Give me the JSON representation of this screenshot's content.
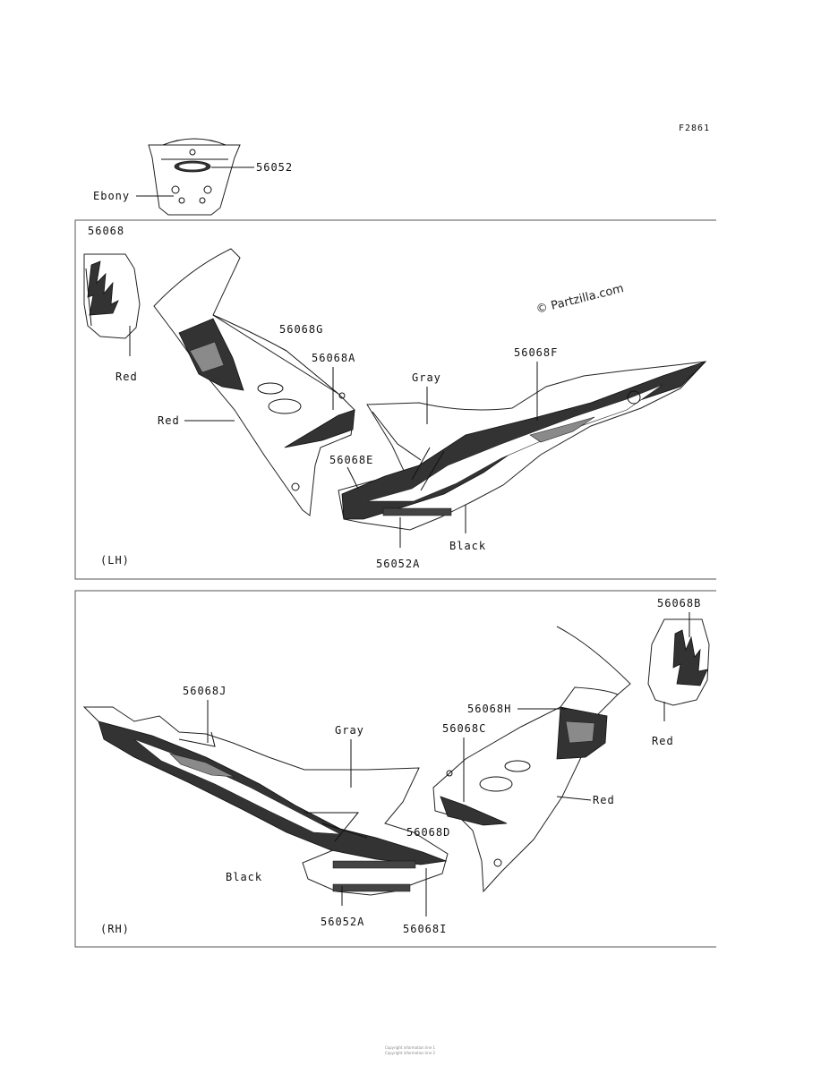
{
  "figure_code": "F2861",
  "watermark": "© Partzilla.com",
  "footer": [
    "Copyright information line 1",
    "Copyright information line 2"
  ],
  "top_labels": {
    "part_56052": "56052",
    "ebony": "Ebony"
  },
  "lh_panel": {
    "tag": "(LH)",
    "labels": {
      "p56068": "56068",
      "red_tail": "Red",
      "p56068G": "56068G",
      "p56068A": "56068A",
      "red_side": "Red",
      "gray": "Gray",
      "p56068F": "56068F",
      "p56068E": "56068E",
      "p56052A": "56052A",
      "black": "Black"
    }
  },
  "rh_panel": {
    "tag": "(RH)",
    "labels": {
      "p56068B": "56068B",
      "red_tail": "Red",
      "p56068J": "56068J",
      "gray": "Gray",
      "p56068H": "56068H",
      "p56068C": "56068C",
      "red_side": "Red",
      "p56068D": "56068D",
      "black": "Black",
      "p56052A": "56052A",
      "p56068I": "56068I"
    }
  }
}
